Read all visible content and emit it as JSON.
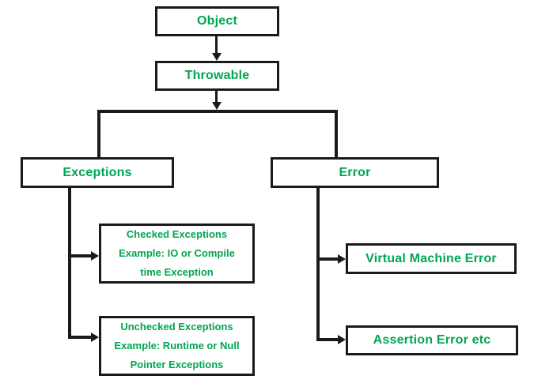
{
  "colors": {
    "text": "#00a651",
    "line": "#1a1a1a",
    "background": "#ffffff"
  },
  "diagram": {
    "type": "flowchart",
    "topic": "Java Throwable / Exception hierarchy",
    "nodes": {
      "object": {
        "label": "Object"
      },
      "throwable": {
        "label": "Throwable"
      },
      "exceptions": {
        "label": "Exceptions"
      },
      "error": {
        "label": "Error"
      },
      "checked": {
        "line1": "Checked Exceptions",
        "line2": "Example: IO or Compile",
        "line3": "time Exception"
      },
      "unchecked": {
        "line1": "Unchecked Exceptions",
        "line2": "Example: Runtime or Null",
        "line3": "Pointer Exceptions"
      },
      "vm_error": {
        "label": "Virtual Machine Error"
      },
      "assertion": {
        "label": "Assertion Error etc"
      }
    },
    "edges": [
      "Object -> Throwable",
      "Throwable -> Exceptions",
      "Throwable -> Error",
      "Exceptions -> Checked Exceptions",
      "Exceptions -> Unchecked Exceptions",
      "Error -> Virtual Machine Error",
      "Error -> Assertion Error etc"
    ]
  }
}
